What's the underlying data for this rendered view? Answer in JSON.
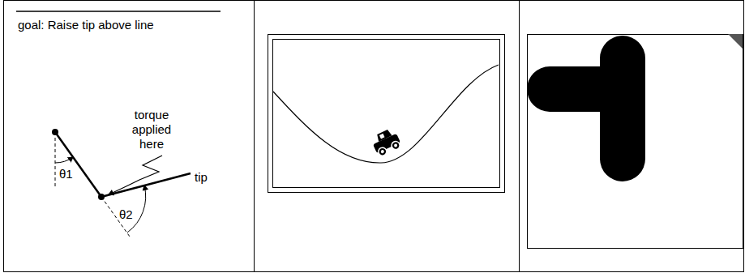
{
  "diagram": {
    "labels": [
      "goal: Raise tip above line",
      "torque applied here",
      "θ1",
      "θ2",
      "tip"
    ]
  }
}
